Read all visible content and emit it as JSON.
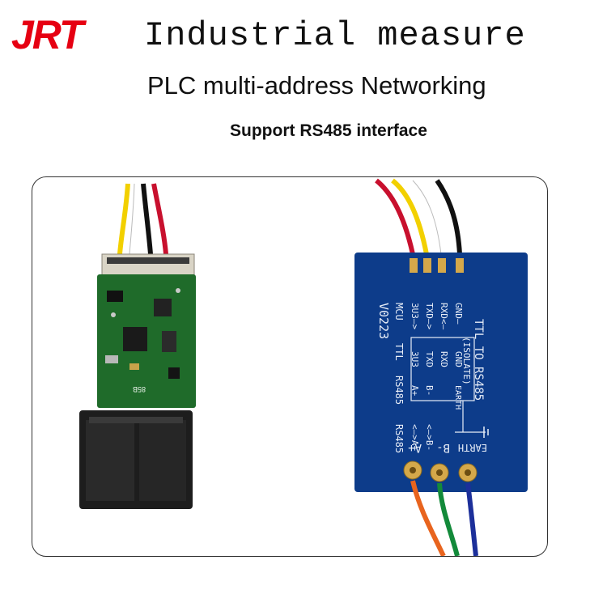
{
  "header": {
    "logo": "JRT",
    "title": "Industrial measure",
    "subtitle": "PLC multi-address Networking",
    "tagline": "Support RS485 interface"
  },
  "sensor_board": {
    "silkscreen": "85B"
  },
  "converter_board": {
    "title": "TTL TO RS485",
    "isolate": "(ISOLATE)",
    "model": "V0223",
    "mcu_label": "MCU",
    "ttl_label": "TTL",
    "rs485_label_a": "RS485",
    "rs485_label_b": "RS485",
    "pins_top": [
      "GND",
      "RXD",
      "TXD",
      "3U3"
    ],
    "pins_top_arrows": [
      "GND—",
      "RXD<—",
      "TXD—>",
      "3U3—>"
    ],
    "pins_box": [
      "GND",
      "RXD",
      "TXD",
      "3U3"
    ],
    "pins_box_out": [
      "EARTH",
      "B-",
      "A+"
    ],
    "arrow_b": "<—>B-",
    "arrow_a": "<—>A+",
    "terminal_labels": [
      "A+",
      "B-",
      "EARTH"
    ]
  },
  "colors": {
    "brand_red": "#e60012",
    "pcb_green": "#1f6b2a",
    "pcb_blue": "#0d3c8a"
  }
}
